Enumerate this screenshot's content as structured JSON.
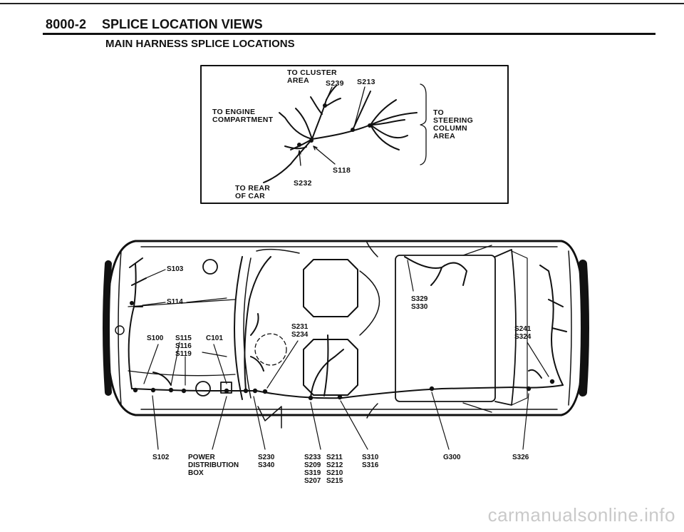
{
  "header": {
    "code": "8000-2",
    "title": "SPLICE LOCATION VIEWS",
    "subtitle": "MAIN HARNESS SPLICE LOCATIONS"
  },
  "inset": {
    "to_cluster": [
      "TO CLUSTER",
      "AREA"
    ],
    "s239": "S239",
    "s213": "S213",
    "to_engine": [
      "TO ENGINE",
      "COMPARTMENT"
    ],
    "to_steering": [
      "TO",
      "STEERING",
      "COLUMN",
      "AREA"
    ],
    "s118": "S118",
    "s232": "S232",
    "to_rear": [
      "TO REAR",
      "OF CAR"
    ]
  },
  "car": {
    "s103": "S103",
    "s114": "S114",
    "s100": "S100",
    "s115": "S115",
    "s116": "S116",
    "s119": "S119",
    "c101": "C101",
    "s231": "S231",
    "s234": "S234",
    "s329": "S329",
    "s330": "S330",
    "s241": "S241",
    "s324": "S324"
  },
  "bottom": {
    "s102": "S102",
    "power": [
      "POWER",
      "DISTRIBUTION",
      "BOX"
    ],
    "s230": "S230",
    "s340": "S340",
    "col_a": [
      "S233",
      "S209",
      "S319",
      "S207"
    ],
    "col_b": [
      "S211",
      "S212",
      "S210",
      "S215"
    ],
    "s310": "S310",
    "s316": "S316",
    "g300": "G300",
    "s326": "S326"
  },
  "watermark": "carmanualsonline.info"
}
